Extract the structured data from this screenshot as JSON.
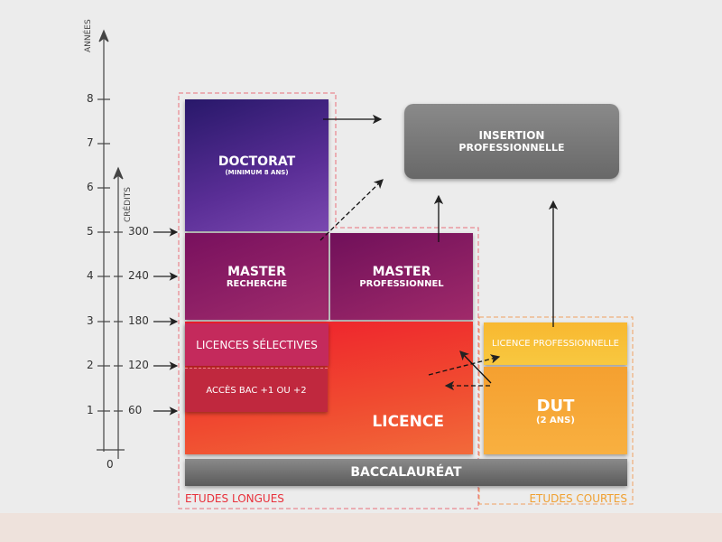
{
  "axes": {
    "years_label": "ANNÉES",
    "credits_label": "CRÉDITS",
    "zero": "0",
    "years": [
      "8",
      "7",
      "6",
      "5",
      "4",
      "3",
      "2",
      "1"
    ],
    "credits": [
      "300",
      "240",
      "180",
      "120",
      "60"
    ]
  },
  "blocks": {
    "doctorat": {
      "title": "DOCTORAT",
      "sub": "(MINIMUM 8 ANS)"
    },
    "master_recherche": {
      "title": "MASTER",
      "sub": "RECHERCHE"
    },
    "master_pro": {
      "title": "MASTER",
      "sub": "PROFESSIONNEL"
    },
    "licences_selectives": "LICENCES SÉLECTIVES",
    "acces_bac": "ACCÈS BAC +1 OU +2",
    "licence": "LICENCE",
    "licence_pro": "LICENCE PROFESSIONNELLE",
    "dut": {
      "title": "DUT",
      "sub": "(2 ANS)"
    },
    "bac": "BACCALAURÉAT",
    "insertion": {
      "title": "INSERTION",
      "sub": "PROFESSIONNELLE"
    }
  },
  "groups": {
    "longues": "ETUDES LONGUES",
    "courtes": "ETUDES COURTES"
  },
  "colors": {
    "longues": "#e8303a",
    "courtes": "#f0a030"
  }
}
